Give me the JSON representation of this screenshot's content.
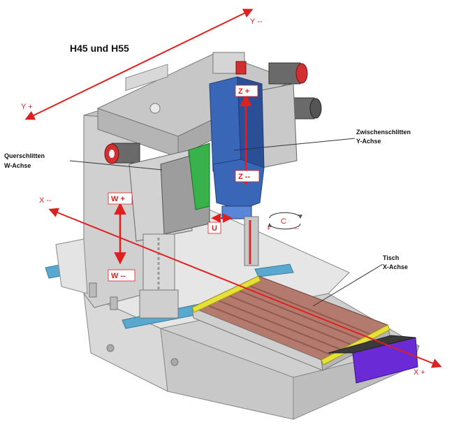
{
  "title": "H45 und H55",
  "axes": {
    "y_minus": "Y --",
    "y_plus": "Y +",
    "x_minus": "X --",
    "x_plus": "X +",
    "z_plus": "Z +",
    "z_minus": "Z --",
    "w_plus": "W +",
    "w_minus": "W --",
    "u": "U",
    "c": "C",
    "c_plus": "+",
    "c_minus": "--"
  },
  "callouts": {
    "quer_line1": "Querschlitten",
    "quer_line2": "W-Achse",
    "zwischen_line1": "Zwischenschlitten",
    "zwischen_line2": "Y-Achse",
    "tisch_line1": "Tisch",
    "tisch_line2": "X-Achse"
  },
  "colors": {
    "arrow": "#e02020",
    "table_top": "#b57a6e",
    "spindle_blue": "#3a66b8",
    "base_grey": "#d7d7d7",
    "trim_blue": "#58a8cf",
    "side_purple": "#6a2bd6",
    "green_part": "#38b24a"
  }
}
